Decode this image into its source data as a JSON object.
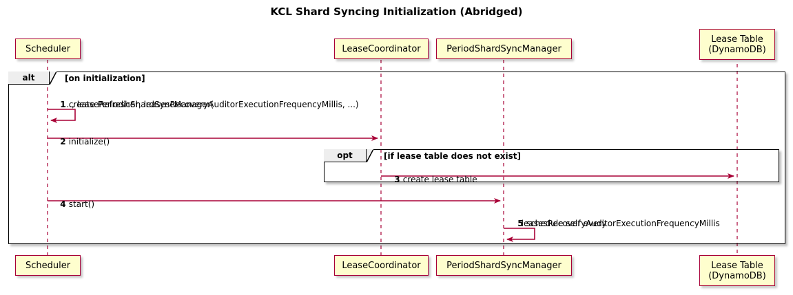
{
  "title": "KCL Shard Syncing Initialization (Abridged)",
  "colors": {
    "participant_fill": "#FEFECE",
    "participant_border": "#A80036",
    "lifeline": "#A80036",
    "arrow": "#A80036",
    "frame_border": "#000000",
    "frame_tab_fill": "#EEEEEE",
    "background": "#FFFFFF"
  },
  "participants": [
    {
      "id": "scheduler",
      "label": "Scheduler",
      "lines": [
        "Scheduler"
      ]
    },
    {
      "id": "lease-coordinator",
      "label": "LeaseCoordinator",
      "lines": [
        "LeaseCoordinator"
      ]
    },
    {
      "id": "period-shard-sync-manager",
      "label": "PeriodShardSyncManager",
      "lines": [
        "PeriodShardSyncManager"
      ]
    },
    {
      "id": "lease-table",
      "label": "Lease Table (DynamoDB)",
      "lines": [
        "Lease Table",
        "(DynamoDB)"
      ]
    }
  ],
  "fragments": [
    {
      "id": "alt",
      "type": "alt",
      "tab_label": "alt",
      "guard": "[on initialization]"
    },
    {
      "id": "opt",
      "type": "opt",
      "tab_label": "opt",
      "guard": "[if lease table does not exist]"
    }
  ],
  "messages": [
    {
      "seq": "1",
      "from": "scheduler",
      "to": "scheduler",
      "self": true,
      "lines": [
        "create PeriodicShardSyncManager(",
        "  ..., leaseRefresher, leasesRecoveryAuditorExecutionFrequencyMillis, ...)"
      ]
    },
    {
      "seq": "2",
      "from": "scheduler",
      "to": "lease-coordinator",
      "self": false,
      "lines": [
        "initialize()"
      ]
    },
    {
      "seq": "3",
      "from": "lease-coordinator",
      "to": "lease-table",
      "self": false,
      "lines": [
        "create lease table"
      ]
    },
    {
      "seq": "4",
      "from": "scheduler",
      "to": "period-shard-sync-manager",
      "self": false,
      "lines": [
        "start()"
      ]
    },
    {
      "seq": "5",
      "from": "period-shard-sync-manager",
      "to": "period-shard-sync-manager",
      "self": true,
      "lines": [
        "schedule self every",
        "  leasesRecoveryAuditorExecutionFrequencyMillis"
      ]
    }
  ]
}
